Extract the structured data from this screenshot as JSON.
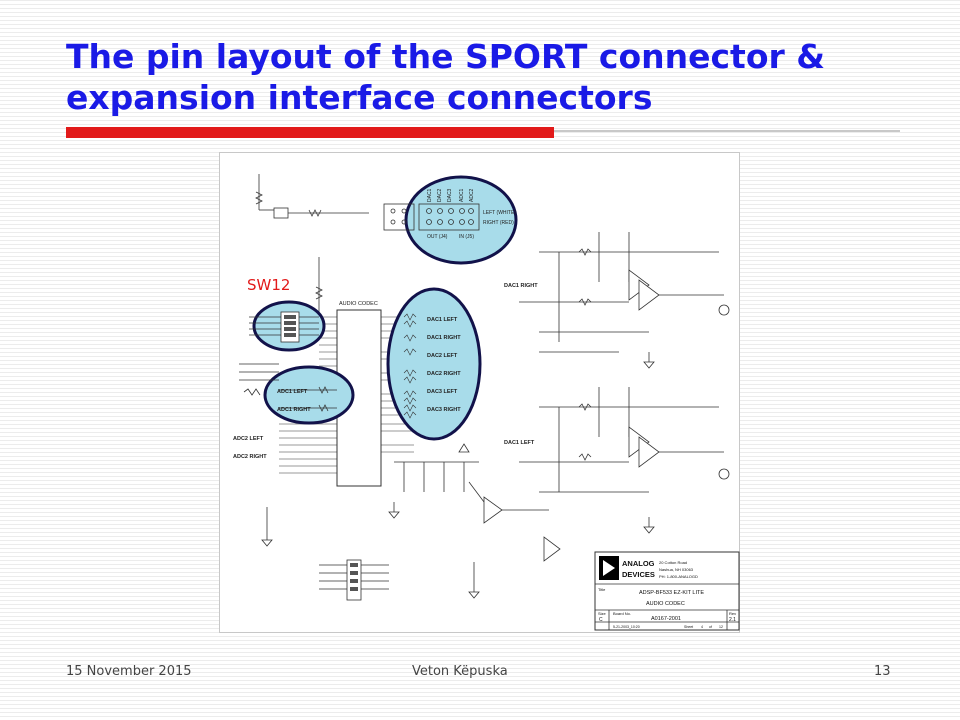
{
  "slide": {
    "title": "The pin layout of the SPORT connector & expansion interface connectors",
    "annotation": "SW12",
    "footer": {
      "date": "15 November 2015",
      "author": "Veton Këpuska",
      "page": "13"
    }
  },
  "schematic": {
    "codec_label": "AUDIO CODEC",
    "connector_labels": [
      "DAC1",
      "DAC2",
      "DAC3",
      "ADC1",
      "ADC2"
    ],
    "connector_left": "LEFT (WHITE)",
    "connector_right": "RIGHT (RED)",
    "connector_out": "OUT (J4)",
    "connector_in": "IN (J5)",
    "dac_outputs": [
      "DAC1 LEFT",
      "DAC1 RIGHT",
      "DAC2 LEFT",
      "DAC2 RIGHT",
      "DAC3 LEFT",
      "DAC3 RIGHT"
    ],
    "adc1_inputs": [
      "ADC1 LEFT",
      "ADC1 RIGHT"
    ],
    "adc2_inputs": [
      "ADC2 LEFT",
      "ADC2 RIGHT"
    ],
    "section_dac1_right": "DAC1 RIGHT",
    "section_dac1_left": "DAC1 LEFT",
    "titleblock": {
      "logo_line1": "ANALOG",
      "logo_line2": "DEVICES",
      "addr1": "20 Cotton Road",
      "addr2": "Nashua, NH 03063",
      "addr3": "PH: 1-800-ANALOGD",
      "title_label": "Title",
      "title": "ADSP-BF533 EZ-KIT LITE",
      "subtitle": "AUDIO CODEC",
      "size_label": "Size",
      "size": "C",
      "board_label": "Board No.",
      "board": "A0167-2001",
      "rev_label": "Rev",
      "rev": "2.1",
      "date": "5-21-2003_10:20",
      "sheet_label": "Sheet",
      "sheet": "4",
      "of_label": "of",
      "sheets": "12"
    }
  },
  "colors": {
    "title": "#1a1ae6",
    "accent_bar": "#e21a1a",
    "highlight_fill": "#a8dcea",
    "highlight_stroke": "#12124a"
  }
}
